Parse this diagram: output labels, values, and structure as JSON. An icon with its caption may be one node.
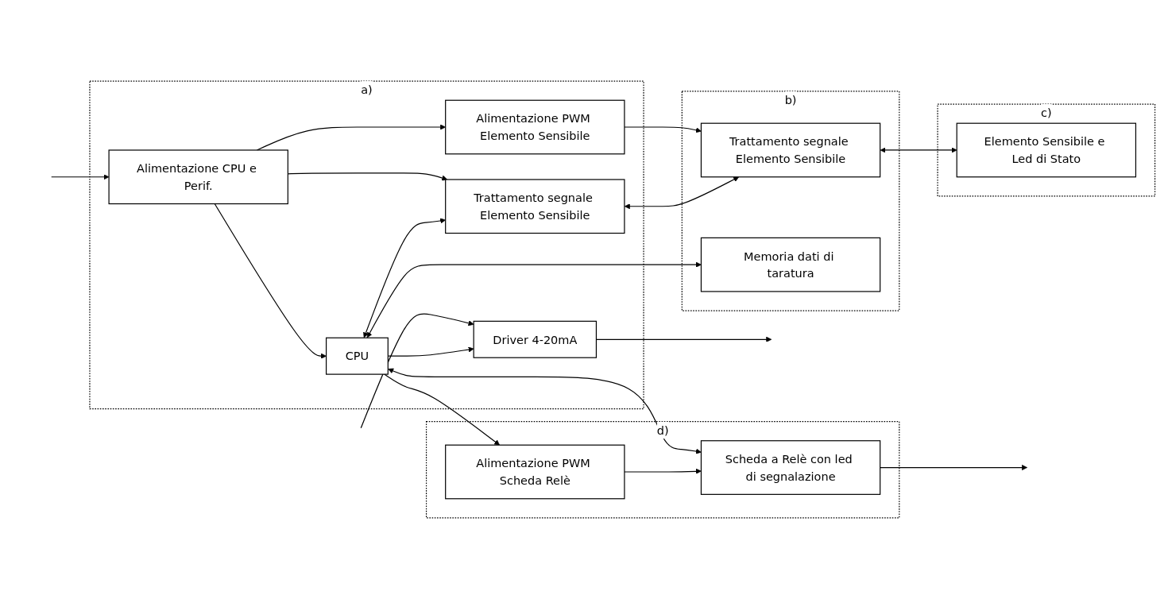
{
  "diagram": {
    "nodes": [
      {
        "text": [
          "a)"
        ]
      },
      {
        "text": [
          "Alimentazione CPU e Perif."
        ],
        "in": 0
      },
      {
        "text": [
          "Alimentazione PWM Elemento Sensibile"
        ],
        "in": 0
      },
      {
        "text": [
          "Driver 4-20mA"
        ],
        "in": 0
      },
      {
        "text": [
          "CPU"
        ],
        "in": 0
      },
      {
        "text": [
          "Trattamento segnale Elemento Sensibile"
        ],
        "in": 0
      },
      {
        "text": [
          "b)"
        ]
      },
      {
        "text": [
          "Trattamento segnale Elemento Sensibile"
        ],
        "in": 6
      },
      {
        "text": [
          "Memoria dati di taratura"
        ],
        "in": 6
      },
      {
        "text": [
          "d)"
        ]
      },
      {
        "text": [
          "Scheda a Relè con led di segnalazione"
        ],
        "in": 9
      },
      {
        "text": [
          "Alimentazione PWM Scheda Relè"
        ],
        "in": 9
      },
      {
        "text": [
          "c)"
        ]
      },
      {
        "text": [
          "Elemento Sensibile e Led di Stato"
        ],
        "in": 12
      }
    ],
    "edges": [
      {
        "from": null,
        "to": 1,
        "arrow": "to"
      },
      {
        "from": null,
        "to": 3,
        "arrow": "to"
      },
      {
        "from": 3,
        "to": null,
        "arrow": "to"
      },
      {
        "from": 1,
        "to": 2,
        "arrow": "to"
      },
      {
        "from": 1,
        "to": 5,
        "arrow": "to"
      },
      {
        "from": 1,
        "to": 4,
        "arrow": "to"
      },
      {
        "from": 4,
        "to": 3,
        "arrow": "to"
      },
      {
        "from": 4,
        "to": 5,
        "arrow": "both"
      },
      {
        "from": 2,
        "to": 7,
        "arrow": "to"
      },
      {
        "from": 5,
        "to": 7,
        "arrow": "both"
      },
      {
        "from": 4,
        "to": 8,
        "arrow": "both"
      },
      {
        "from": 7,
        "to": 13,
        "arrow": "both"
      },
      {
        "from": 4,
        "to": 10,
        "arrow": "both"
      },
      {
        "from": 4,
        "to": 11,
        "arrow": "to"
      },
      {
        "from": 11,
        "to": 10,
        "arrow": "to"
      },
      {
        "from": 10,
        "to": null,
        "arrow": "to"
      }
    ]
  }
}
